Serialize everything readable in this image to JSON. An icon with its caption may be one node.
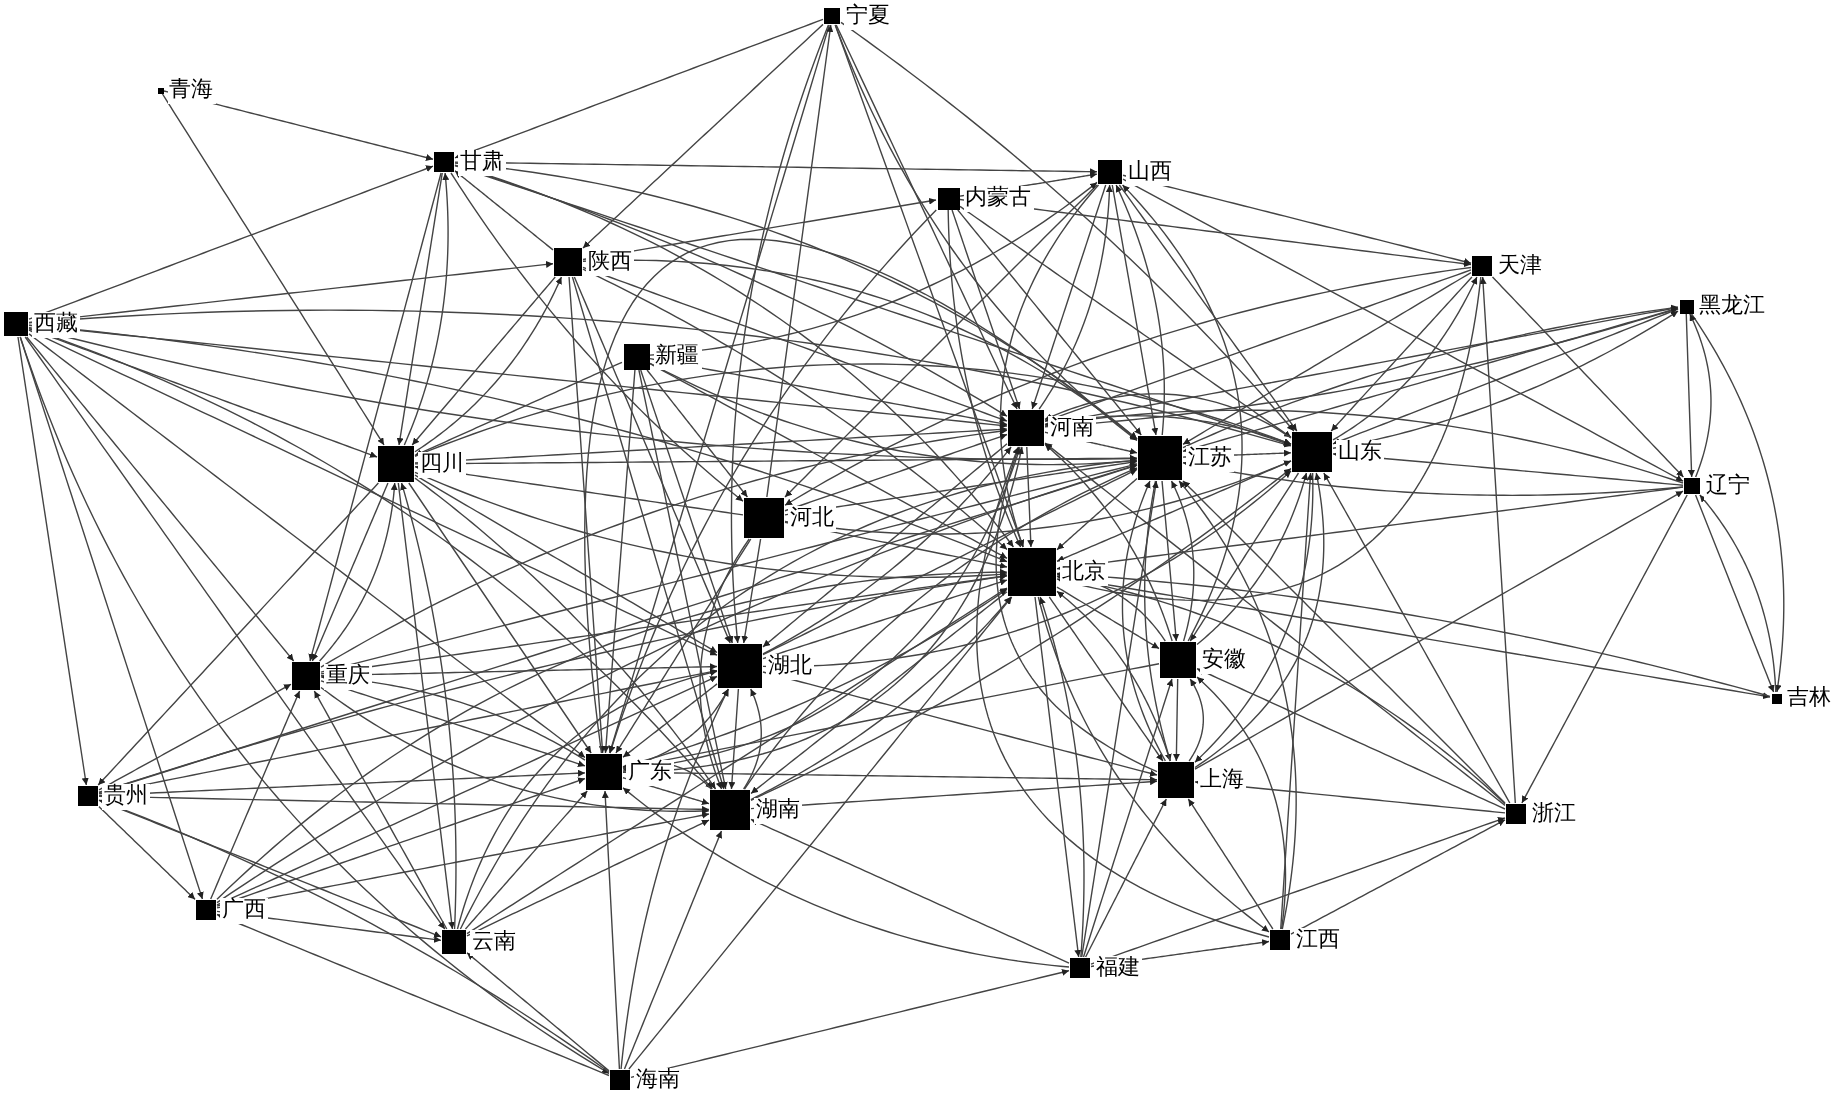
{
  "diagram": {
    "nodes": [
      {
        "text": [
          "宁夏"
        ]
      },
      {
        "text": [
          "青海"
        ]
      },
      {
        "text": [
          "甘肃"
        ]
      },
      {
        "text": [
          "内蒙古"
        ]
      },
      {
        "text": [
          "山西"
        ]
      },
      {
        "text": [
          "陕西"
        ]
      },
      {
        "text": [
          "天津"
        ]
      },
      {
        "text": [
          "黑龙江"
        ]
      },
      {
        "text": [
          "西藏"
        ]
      },
      {
        "text": [
          "新疆"
        ]
      },
      {
        "text": [
          "河南"
        ]
      },
      {
        "text": [
          "江苏"
        ]
      },
      {
        "text": [
          "山东"
        ]
      },
      {
        "text": [
          "四川"
        ]
      },
      {
        "text": [
          "河北"
        ]
      },
      {
        "text": [
          "辽宁"
        ]
      },
      {
        "text": [
          "北京"
        ]
      },
      {
        "text": [
          "重庆"
        ]
      },
      {
        "text": [
          "湖北"
        ]
      },
      {
        "text": [
          "安徽"
        ]
      },
      {
        "text": [
          "吉林"
        ]
      },
      {
        "text": [
          "贵州"
        ]
      },
      {
        "text": [
          "广东"
        ]
      },
      {
        "text": [
          "湖南"
        ]
      },
      {
        "text": [
          "上海"
        ]
      },
      {
        "text": [
          "浙江"
        ]
      },
      {
        "text": [
          "广西"
        ]
      },
      {
        "text": [
          "云南"
        ]
      },
      {
        "text": [
          "福建"
        ]
      },
      {
        "text": [
          "江西"
        ]
      },
      {
        "text": [
          "海南"
        ]
      }
    ],
    "edges": [
      {
        "from": 1,
        "to": 2,
        "arrow": "to"
      },
      {
        "from": 1,
        "to": 13,
        "arrow": "to"
      },
      {
        "from": 0,
        "to": 2,
        "arrow": "to"
      },
      {
        "from": 0,
        "to": 5,
        "arrow": "to"
      },
      {
        "from": 0,
        "to": 10,
        "arrow": "to"
      },
      {
        "from": 0,
        "to": 16,
        "arrow": "to"
      },
      {
        "from": 0,
        "to": 11,
        "arrow": "to"
      },
      {
        "from": 0,
        "to": 18,
        "arrow": "to"
      },
      {
        "from": 0,
        "to": 22,
        "arrow": "to"
      },
      {
        "from": 0,
        "to": 12,
        "arrow": "to"
      },
      {
        "from": 2,
        "to": 4,
        "arrow": "to"
      },
      {
        "from": 2,
        "to": 13,
        "arrow": "to"
      },
      {
        "from": 2,
        "to": 17,
        "arrow": "to"
      },
      {
        "from": 2,
        "to": 16,
        "arrow": "to"
      },
      {
        "from": 2,
        "to": 10,
        "arrow": "to"
      },
      {
        "from": 2,
        "to": 11,
        "arrow": "to"
      },
      {
        "from": 2,
        "to": 12,
        "arrow": "to"
      },
      {
        "from": 2,
        "to": 14,
        "arrow": "to"
      },
      {
        "from": 3,
        "to": 4,
        "arrow": "to"
      },
      {
        "from": 3,
        "to": 11,
        "arrow": "to"
      },
      {
        "from": 3,
        "to": 16,
        "arrow": "to"
      },
      {
        "from": 3,
        "to": 10,
        "arrow": "to"
      },
      {
        "from": 3,
        "to": 22,
        "arrow": "to"
      },
      {
        "from": 3,
        "to": 12,
        "arrow": "to"
      },
      {
        "from": 3,
        "to": 6,
        "arrow": "to"
      },
      {
        "from": 4,
        "to": 16,
        "arrow": "to"
      },
      {
        "from": 4,
        "to": 11,
        "arrow": "to"
      },
      {
        "from": 4,
        "to": 10,
        "arrow": "to"
      },
      {
        "from": 4,
        "to": 12,
        "arrow": "to"
      },
      {
        "from": 4,
        "to": 14,
        "arrow": "to"
      },
      {
        "from": 4,
        "to": 6,
        "arrow": "to"
      },
      {
        "from": 4,
        "to": 15,
        "arrow": "to"
      },
      {
        "from": 5,
        "to": 16,
        "arrow": "to"
      },
      {
        "from": 5,
        "to": 10,
        "arrow": "to"
      },
      {
        "from": 5,
        "to": 11,
        "arrow": "to"
      },
      {
        "from": 5,
        "to": 13,
        "arrow": "to"
      },
      {
        "from": 5,
        "to": 22,
        "arrow": "to"
      },
      {
        "from": 5,
        "to": 18,
        "arrow": "to"
      },
      {
        "from": 5,
        "to": 23,
        "arrow": "to"
      },
      {
        "from": 5,
        "to": 3,
        "arrow": "to"
      },
      {
        "from": 5,
        "to": 2,
        "arrow": "to"
      },
      {
        "from": 6,
        "to": 16,
        "arrow": "to"
      },
      {
        "from": 6,
        "to": 11,
        "arrow": "to"
      },
      {
        "from": 6,
        "to": 12,
        "arrow": "to"
      },
      {
        "from": 6,
        "to": 10,
        "arrow": "to"
      },
      {
        "from": 6,
        "to": 14,
        "arrow": "to"
      },
      {
        "from": 6,
        "to": 15,
        "arrow": "to"
      },
      {
        "from": 7,
        "to": 15,
        "arrow": "to"
      },
      {
        "from": 7,
        "to": 12,
        "arrow": "to"
      },
      {
        "from": 7,
        "to": 11,
        "arrow": "to"
      },
      {
        "from": 7,
        "to": 10,
        "arrow": "to"
      },
      {
        "from": 7,
        "to": 20,
        "arrow": "to"
      },
      {
        "from": 8,
        "to": 21,
        "arrow": "to"
      },
      {
        "from": 8,
        "to": 26,
        "arrow": "to"
      },
      {
        "from": 8,
        "to": 17,
        "arrow": "to"
      },
      {
        "from": 8,
        "to": 13,
        "arrow": "to"
      },
      {
        "from": 8,
        "to": 27,
        "arrow": "to"
      },
      {
        "from": 8,
        "to": 10,
        "arrow": "to"
      },
      {
        "from": 8,
        "to": 11,
        "arrow": "to"
      },
      {
        "from": 8,
        "to": 12,
        "arrow": "to"
      },
      {
        "from": 8,
        "to": 16,
        "arrow": "to"
      },
      {
        "from": 8,
        "to": 30,
        "arrow": "to"
      },
      {
        "from": 8,
        "to": 22,
        "arrow": "to"
      },
      {
        "from": 8,
        "to": 5,
        "arrow": "to"
      },
      {
        "from": 8,
        "to": 2,
        "arrow": "to"
      },
      {
        "from": 8,
        "to": 18,
        "arrow": "to"
      },
      {
        "from": 8,
        "to": 23,
        "arrow": "to"
      },
      {
        "from": 9,
        "to": 16,
        "arrow": "to"
      },
      {
        "from": 9,
        "to": 10,
        "arrow": "to"
      },
      {
        "from": 9,
        "to": 11,
        "arrow": "to"
      },
      {
        "from": 9,
        "to": 22,
        "arrow": "to"
      },
      {
        "from": 9,
        "to": 23,
        "arrow": "to"
      },
      {
        "from": 9,
        "to": 18,
        "arrow": "to"
      },
      {
        "from": 9,
        "to": 4,
        "arrow": "to"
      },
      {
        "from": 9,
        "to": 13,
        "arrow": "to"
      },
      {
        "from": 9,
        "to": 14,
        "arrow": "to"
      },
      {
        "from": 10,
        "to": 16,
        "arrow": "to"
      },
      {
        "from": 10,
        "to": 11,
        "arrow": "to"
      },
      {
        "from": 10,
        "to": 12,
        "arrow": "to"
      },
      {
        "from": 10,
        "to": 22,
        "arrow": "to"
      },
      {
        "from": 10,
        "to": 18,
        "arrow": "to"
      },
      {
        "from": 10,
        "to": 7,
        "arrow": "to"
      },
      {
        "from": 10,
        "to": 4,
        "arrow": "to"
      },
      {
        "from": 11,
        "to": 16,
        "arrow": "to"
      },
      {
        "from": 11,
        "to": 12,
        "arrow": "to"
      },
      {
        "from": 11,
        "to": 24,
        "arrow": "to"
      },
      {
        "from": 11,
        "to": 19,
        "arrow": "to"
      },
      {
        "from": 11,
        "to": 4,
        "arrow": "to"
      },
      {
        "from": 11,
        "to": 7,
        "arrow": "to"
      },
      {
        "from": 12,
        "to": 16,
        "arrow": "to"
      },
      {
        "from": 12,
        "to": 10,
        "arrow": "to"
      },
      {
        "from": 12,
        "to": 6,
        "arrow": "to"
      },
      {
        "from": 12,
        "to": 7,
        "arrow": "to"
      },
      {
        "from": 12,
        "to": 24,
        "arrow": "to"
      },
      {
        "from": 12,
        "to": 19,
        "arrow": "to"
      },
      {
        "from": 13,
        "to": 16,
        "arrow": "to"
      },
      {
        "from": 13,
        "to": 10,
        "arrow": "to"
      },
      {
        "from": 13,
        "to": 11,
        "arrow": "to"
      },
      {
        "from": 13,
        "to": 12,
        "arrow": "to"
      },
      {
        "from": 13,
        "to": 22,
        "arrow": "to"
      },
      {
        "from": 13,
        "to": 18,
        "arrow": "to"
      },
      {
        "from": 13,
        "to": 23,
        "arrow": "to"
      },
      {
        "from": 13,
        "to": 17,
        "arrow": "to"
      },
      {
        "from": 13,
        "to": 21,
        "arrow": "to"
      },
      {
        "from": 13,
        "to": 27,
        "arrow": "to"
      },
      {
        "from": 13,
        "to": 2,
        "arrow": "to"
      },
      {
        "from": 13,
        "to": 5,
        "arrow": "to"
      },
      {
        "from": 14,
        "to": 16,
        "arrow": "to"
      },
      {
        "from": 14,
        "to": 11,
        "arrow": "to"
      },
      {
        "from": 14,
        "to": 10,
        "arrow": "to"
      },
      {
        "from": 14,
        "to": 12,
        "arrow": "to"
      },
      {
        "from": 14,
        "to": 22,
        "arrow": "to"
      },
      {
        "from": 14,
        "to": 18,
        "arrow": "to"
      },
      {
        "from": 14,
        "to": 23,
        "arrow": "to"
      },
      {
        "from": 14,
        "to": 13,
        "arrow": "to"
      },
      {
        "from": 14,
        "to": 0,
        "arrow": "to"
      },
      {
        "from": 15,
        "to": 12,
        "arrow": "to"
      },
      {
        "from": 15,
        "to": 11,
        "arrow": "to"
      },
      {
        "from": 15,
        "to": 16,
        "arrow": "to"
      },
      {
        "from": 15,
        "to": 25,
        "arrow": "to"
      },
      {
        "from": 15,
        "to": 20,
        "arrow": "to"
      },
      {
        "from": 15,
        "to": 7,
        "arrow": "to"
      },
      {
        "from": 15,
        "to": 10,
        "arrow": "to"
      },
      {
        "from": 16,
        "to": 24,
        "arrow": "to"
      },
      {
        "from": 16,
        "to": 19,
        "arrow": "to"
      },
      {
        "from": 16,
        "to": 20,
        "arrow": "to"
      },
      {
        "from": 16,
        "to": 28,
        "arrow": "to"
      },
      {
        "from": 16,
        "to": 29,
        "arrow": "to"
      },
      {
        "from": 16,
        "to": 23,
        "arrow": "to"
      },
      {
        "from": 17,
        "to": 13,
        "arrow": "to"
      },
      {
        "from": 17,
        "to": 22,
        "arrow": "to"
      },
      {
        "from": 17,
        "to": 23,
        "arrow": "to"
      },
      {
        "from": 17,
        "to": 16,
        "arrow": "to"
      },
      {
        "from": 17,
        "to": 11,
        "arrow": "to"
      },
      {
        "from": 17,
        "to": 10,
        "arrow": "to"
      },
      {
        "from": 17,
        "to": 18,
        "arrow": "to"
      },
      {
        "from": 18,
        "to": 16,
        "arrow": "to"
      },
      {
        "from": 18,
        "to": 10,
        "arrow": "to"
      },
      {
        "from": 18,
        "to": 11,
        "arrow": "to"
      },
      {
        "from": 18,
        "to": 22,
        "arrow": "to"
      },
      {
        "from": 18,
        "to": 23,
        "arrow": "to"
      },
      {
        "from": 18,
        "to": 24,
        "arrow": "to"
      },
      {
        "from": 18,
        "to": 12,
        "arrow": "to"
      },
      {
        "from": 19,
        "to": 16,
        "arrow": "to"
      },
      {
        "from": 19,
        "to": 11,
        "arrow": "to"
      },
      {
        "from": 19,
        "to": 12,
        "arrow": "to"
      },
      {
        "from": 19,
        "to": 24,
        "arrow": "to"
      },
      {
        "from": 19,
        "to": 10,
        "arrow": "to"
      },
      {
        "from": 19,
        "to": 22,
        "arrow": "to"
      },
      {
        "from": 19,
        "to": 4,
        "arrow": "to"
      },
      {
        "from": 20,
        "to": 15,
        "arrow": "to"
      },
      {
        "from": 20,
        "to": 16,
        "arrow": "to"
      },
      {
        "from": 21,
        "to": 22,
        "arrow": "to"
      },
      {
        "from": 21,
        "to": 23,
        "arrow": "to"
      },
      {
        "from": 21,
        "to": 16,
        "arrow": "to"
      },
      {
        "from": 21,
        "to": 11,
        "arrow": "to"
      },
      {
        "from": 21,
        "to": 17,
        "arrow": "to"
      },
      {
        "from": 21,
        "to": 27,
        "arrow": "to"
      },
      {
        "from": 21,
        "to": 26,
        "arrow": "to"
      },
      {
        "from": 21,
        "to": 18,
        "arrow": "to"
      },
      {
        "from": 22,
        "to": 16,
        "arrow": "to"
      },
      {
        "from": 22,
        "to": 11,
        "arrow": "to"
      },
      {
        "from": 22,
        "to": 23,
        "arrow": "to"
      },
      {
        "from": 22,
        "to": 24,
        "arrow": "to"
      },
      {
        "from": 22,
        "to": 18,
        "arrow": "to"
      },
      {
        "from": 22,
        "to": 17,
        "arrow": "to"
      },
      {
        "from": 22,
        "to": 10,
        "arrow": "to"
      },
      {
        "from": 23,
        "to": 16,
        "arrow": "to"
      },
      {
        "from": 23,
        "to": 11,
        "arrow": "to"
      },
      {
        "from": 23,
        "to": 22,
        "arrow": "to"
      },
      {
        "from": 23,
        "to": 18,
        "arrow": "to"
      },
      {
        "from": 23,
        "to": 12,
        "arrow": "to"
      },
      {
        "from": 23,
        "to": 24,
        "arrow": "to"
      },
      {
        "from": 24,
        "to": 16,
        "arrow": "to"
      },
      {
        "from": 24,
        "to": 11,
        "arrow": "to"
      },
      {
        "from": 24,
        "to": 12,
        "arrow": "to"
      },
      {
        "from": 24,
        "to": 19,
        "arrow": "to"
      },
      {
        "from": 24,
        "to": 10,
        "arrow": "to"
      },
      {
        "from": 24,
        "to": 15,
        "arrow": "to"
      },
      {
        "from": 25,
        "to": 11,
        "arrow": "to"
      },
      {
        "from": 25,
        "to": 24,
        "arrow": "to"
      },
      {
        "from": 25,
        "to": 16,
        "arrow": "to"
      },
      {
        "from": 25,
        "to": 12,
        "arrow": "to"
      },
      {
        "from": 25,
        "to": 19,
        "arrow": "to"
      },
      {
        "from": 25,
        "to": 6,
        "arrow": "to"
      },
      {
        "from": 25,
        "to": 10,
        "arrow": "to"
      },
      {
        "from": 26,
        "to": 22,
        "arrow": "to"
      },
      {
        "from": 26,
        "to": 23,
        "arrow": "to"
      },
      {
        "from": 26,
        "to": 16,
        "arrow": "to"
      },
      {
        "from": 26,
        "to": 11,
        "arrow": "to"
      },
      {
        "from": 26,
        "to": 17,
        "arrow": "to"
      },
      {
        "from": 26,
        "to": 27,
        "arrow": "to"
      },
      {
        "from": 26,
        "to": 18,
        "arrow": "to"
      },
      {
        "from": 27,
        "to": 22,
        "arrow": "to"
      },
      {
        "from": 27,
        "to": 23,
        "arrow": "to"
      },
      {
        "from": 27,
        "to": 16,
        "arrow": "to"
      },
      {
        "from": 27,
        "to": 11,
        "arrow": "to"
      },
      {
        "from": 27,
        "to": 13,
        "arrow": "to"
      },
      {
        "from": 27,
        "to": 17,
        "arrow": "to"
      },
      {
        "from": 27,
        "to": 18,
        "arrow": "to"
      },
      {
        "from": 28,
        "to": 11,
        "arrow": "to"
      },
      {
        "from": 28,
        "to": 16,
        "arrow": "to"
      },
      {
        "from": 28,
        "to": 24,
        "arrow": "to"
      },
      {
        "from": 28,
        "to": 19,
        "arrow": "to"
      },
      {
        "from": 28,
        "to": 22,
        "arrow": "to"
      },
      {
        "from": 28,
        "to": 23,
        "arrow": "to"
      },
      {
        "from": 28,
        "to": 25,
        "arrow": "to"
      },
      {
        "from": 28,
        "to": 29,
        "arrow": "to"
      },
      {
        "from": 29,
        "to": 11,
        "arrow": "to"
      },
      {
        "from": 29,
        "to": 24,
        "arrow": "to"
      },
      {
        "from": 29,
        "to": 19,
        "arrow": "to"
      },
      {
        "from": 29,
        "to": 12,
        "arrow": "to"
      },
      {
        "from": 29,
        "to": 25,
        "arrow": "to"
      },
      {
        "from": 29,
        "to": 10,
        "arrow": "to"
      },
      {
        "from": 30,
        "to": 22,
        "arrow": "to"
      },
      {
        "from": 30,
        "to": 23,
        "arrow": "to"
      },
      {
        "from": 30,
        "to": 16,
        "arrow": "to"
      },
      {
        "from": 30,
        "to": 28,
        "arrow": "to"
      },
      {
        "from": 30,
        "to": 27,
        "arrow": "to"
      },
      {
        "from": 30,
        "to": 26,
        "arrow": "to"
      },
      {
        "from": 30,
        "to": 21,
        "arrow": "to"
      },
      {
        "from": 30,
        "to": 18,
        "arrow": "to"
      }
    ]
  }
}
